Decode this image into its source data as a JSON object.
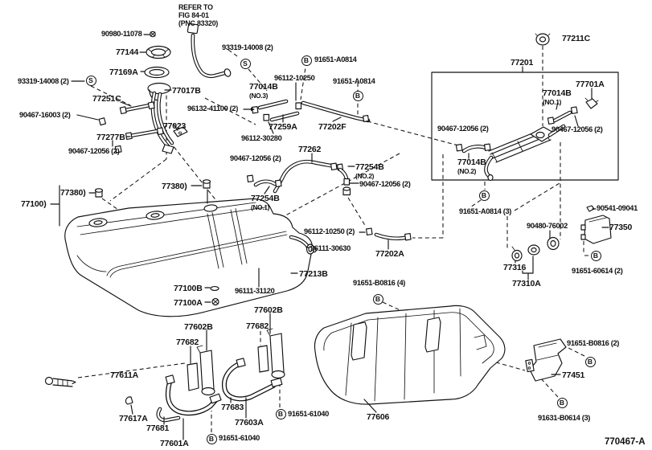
{
  "glyphs": {
    "b": "B",
    "s": "S"
  },
  "colors": {
    "ink": "#111111",
    "background": "#ffffff"
  },
  "labels": [
    {
      "name": "refer-note",
      "l1": "REFER TO",
      "l2": "FIG 84-01",
      "l3": "(PNC 83320)"
    },
    {
      "name": "part-90980-11078",
      "text": "90980-11078"
    },
    {
      "name": "part-77144",
      "text": "77144"
    },
    {
      "name": "part-77169a",
      "text": "77169A"
    },
    {
      "name": "part-93319-14008-left",
      "text": "93319-14008 (2)"
    },
    {
      "name": "part-77251c",
      "text": "77251C"
    },
    {
      "name": "part-90467-16003",
      "text": "90467-16003 (2)"
    },
    {
      "name": "part-77277b",
      "text": "77277B"
    },
    {
      "name": "part-90467-12056-a",
      "text": "90467-12056 (2)"
    },
    {
      "name": "part-77017b",
      "text": "77017B"
    },
    {
      "name": "part-96132-41100",
      "text": "96132-41100 (2)"
    },
    {
      "name": "part-77023",
      "text": "77023"
    },
    {
      "name": "part-93319-14008-right",
      "text": "93319-14008 (2)"
    },
    {
      "name": "part-91651-a0814-b",
      "text": "91651-A0814"
    },
    {
      "name": "part-96112-10250",
      "text": "96112-10250"
    },
    {
      "name": "part-91651-a0814",
      "text": "91651-A0814"
    },
    {
      "name": "part-77014b-no3",
      "text": "77014B",
      "sub": "(NO.3)"
    },
    {
      "name": "part-77259a",
      "text": "77259A"
    },
    {
      "name": "part-77202f",
      "text": "77202F"
    },
    {
      "name": "part-96112-30280",
      "text": "96112-30280"
    },
    {
      "name": "part-77262",
      "text": "77262"
    },
    {
      "name": "part-90467-12056-b",
      "text": "90467-12056 (2)"
    },
    {
      "name": "part-77254b-no2",
      "text": "77254B",
      "sub": "(NO.2)"
    },
    {
      "name": "part-90467-12056-c",
      "text": "90467-12056 (2)"
    },
    {
      "name": "part-77254b-no1",
      "text": "77254B",
      "sub": "(NO.1)"
    },
    {
      "name": "part-96112-10250-2",
      "text": "96112-10250 (2)"
    },
    {
      "name": "part-96111-30630",
      "text": "96111-30630"
    },
    {
      "name": "part-77202a",
      "text": "77202A"
    },
    {
      "name": "part-77213b",
      "text": "77213B"
    },
    {
      "name": "part-96111-31120",
      "text": "96111-31120"
    },
    {
      "name": "part-91651-b0816-4",
      "text": "91651-B0816 (4)"
    },
    {
      "name": "part-77100",
      "text": "77100)"
    },
    {
      "name": "part-77380-1",
      "text": "77380)"
    },
    {
      "name": "part-77380-2",
      "text": "77380)"
    },
    {
      "name": "part-77100b",
      "text": "77100B"
    },
    {
      "name": "part-77100a",
      "text": "77100A"
    },
    {
      "name": "part-77602b-left",
      "text": "77602B"
    },
    {
      "name": "part-77682-left",
      "text": "77682"
    },
    {
      "name": "part-77602b-right",
      "text": "77602B"
    },
    {
      "name": "part-77682-right",
      "text": "77682"
    },
    {
      "name": "part-77611a",
      "text": "77611A"
    },
    {
      "name": "part-77617a",
      "text": "77617A"
    },
    {
      "name": "part-77681",
      "text": "77681"
    },
    {
      "name": "part-77601a",
      "text": "77601A"
    },
    {
      "name": "part-77683",
      "text": "77683"
    },
    {
      "name": "part-77603a",
      "text": "77603A"
    },
    {
      "name": "part-91651-61040-upper",
      "text": "91651-61040"
    },
    {
      "name": "part-91651-61040-lower",
      "text": "91651-61040"
    },
    {
      "name": "part-77606",
      "text": "77606"
    },
    {
      "name": "part-77211c",
      "text": "77211C"
    },
    {
      "name": "part-77201",
      "text": "77201"
    },
    {
      "name": "part-77701a",
      "text": "77701A"
    },
    {
      "name": "part-77014b-no1",
      "text": "77014B",
      "sub": "(NO.1)"
    },
    {
      "name": "part-90467-12056-d",
      "text": "90467-12056 (2)"
    },
    {
      "name": "part-90467-12056-e",
      "text": "90467-12056 (2)"
    },
    {
      "name": "part-77014b-no2",
      "text": "77014B",
      "sub": "(NO.2)"
    },
    {
      "name": "part-91651-a0814-3",
      "text": "91651-A0814 (3)"
    },
    {
      "name": "part-90541-09041",
      "text": "90541-09041"
    },
    {
      "name": "part-90480-76002",
      "text": "90480-76002"
    },
    {
      "name": "part-77350",
      "text": "77350"
    },
    {
      "name": "part-77316",
      "text": "77316"
    },
    {
      "name": "part-77310a",
      "text": "77310A"
    },
    {
      "name": "part-91651-60614",
      "text": "91651-60614 (2)"
    },
    {
      "name": "part-91651-b0816-2",
      "text": "91651-B0816 (2)"
    },
    {
      "name": "part-77451",
      "text": "77451"
    },
    {
      "name": "part-91631-b0614",
      "text": "91631-B0614 (3)"
    },
    {
      "name": "figure-code",
      "text": "770467-A"
    }
  ]
}
